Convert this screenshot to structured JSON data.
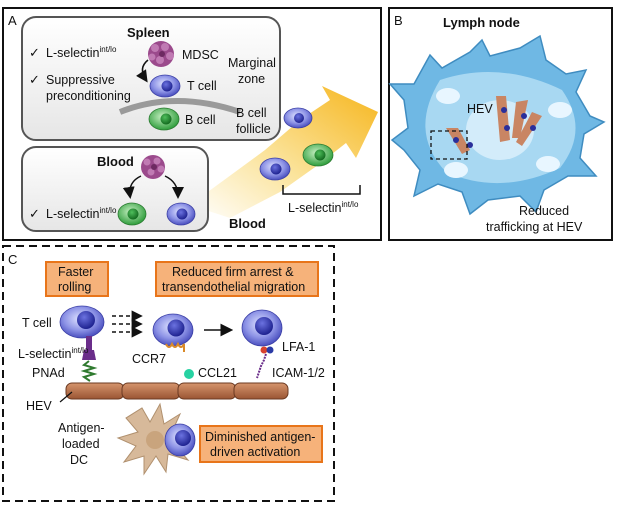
{
  "panel_a": {
    "letter": "A",
    "spleen": {
      "title": "Spleen",
      "check1": "L-selectin",
      "check1_sup": "int/lo",
      "check2_line1": "Suppressive",
      "check2_line2": "preconditioning",
      "mdsc": "MDSC",
      "tcell": "T cell",
      "bcell": "B cell",
      "marginal_line1": "Marginal",
      "marginal_line2": "zone",
      "follicle_line1": "B cell",
      "follicle_line2": "follicle"
    },
    "blood_box": {
      "title": "Blood",
      "check": "L-selectin",
      "check_sup": "int/lo"
    },
    "arrow": {
      "label": "Blood",
      "bracket_label": "L-selectin",
      "bracket_sup": "int/lo"
    }
  },
  "panel_b": {
    "letter": "B",
    "title": "Lymph node",
    "hev": "HEV",
    "caption_line1": "Reduced",
    "caption_line2": "trafficking at HEV"
  },
  "panel_c": {
    "letter": "C",
    "box_faster_line1": "Faster",
    "box_faster_line2": "rolling",
    "box_arrest_line1": "Reduced firm arrest &",
    "box_arrest_line2": "transendothelial migration",
    "tcell": "T cell",
    "lsel": "L-selectin",
    "lsel_sup": "int/lo",
    "pnad": "PNAd",
    "ccr7": "CCR7",
    "ccl21": "CCL21",
    "lfa1": "LFA-1",
    "icam": "ICAM-1/2",
    "hev": "HEV",
    "dc_line1": "Antigen-",
    "dc_line2": "loaded",
    "dc_line3": "DC",
    "box_activation_line1": "Diminished antigen-",
    "box_activation_line2": "driven activation"
  },
  "colors": {
    "orange_box": "#f6b27a",
    "orange_border": "#e8751a",
    "arrow_yellow": "#f9c93a",
    "lymph_blue": "#8fc9ea",
    "tcell_blue": "#3a3fb0",
    "bcell_green": "#2e9a3a",
    "mdsc_purple": "#8a3a7a",
    "hev_brown": "#b9714a"
  }
}
